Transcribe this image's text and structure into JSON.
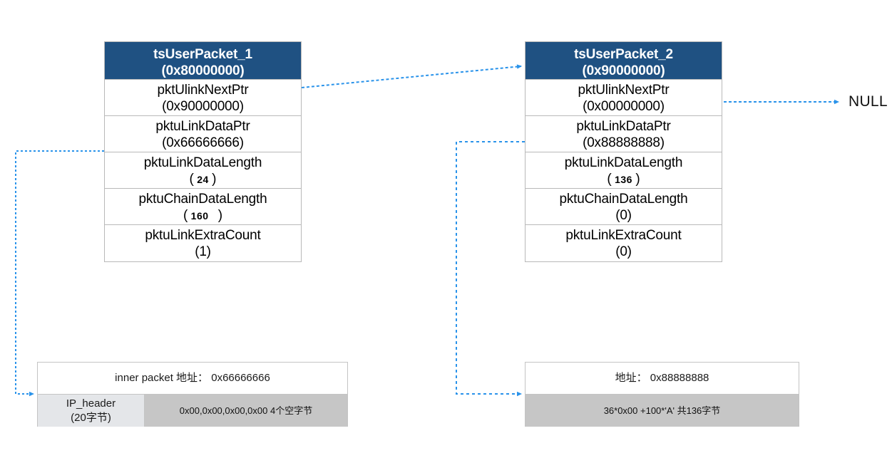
{
  "theme": {
    "header_fill": "#1f5182",
    "header_text": "#ffffff",
    "arrow_color": "#2a93ea",
    "table_border": "#b9b9b9",
    "mem_header_fill": "#e4e6e9",
    "mem_payload_fill": "#c6c6c6",
    "page_background": "#ffffff"
  },
  "structs": [
    {
      "id": "tsUserPacket_1",
      "header_name": "tsUserPacket_1",
      "header_addr": "(0x80000000)",
      "rows": [
        {
          "field": "pktUlinkNextPtr",
          "value": "(0x90000000)",
          "style": "normal"
        },
        {
          "field": "pktuLinkDataPtr",
          "value": "(0x66666666)",
          "style": "normal"
        },
        {
          "field": "pktuLinkDataLength",
          "value": "24",
          "style": "small"
        },
        {
          "field": "pktuChainDataLength",
          "value": "160",
          "style": "small"
        },
        {
          "field": "pktuLinkExtraCount",
          "value": "(1)",
          "style": "normal"
        }
      ]
    },
    {
      "id": "tsUserPacket_2",
      "header_name": "tsUserPacket_2",
      "header_addr": "(0x90000000)",
      "rows": [
        {
          "field": "pktUlinkNextPtr",
          "value": "(0x00000000)",
          "style": "normal"
        },
        {
          "field": "pktuLinkDataPtr",
          "value": "(0x88888888)",
          "style": "normal"
        },
        {
          "field": "pktuLinkDataLength",
          "value": "136",
          "style": "small"
        },
        {
          "field": "pktuChainDataLength",
          "value": "(0)",
          "style": "normal"
        },
        {
          "field": "pktuLinkExtraCount",
          "value": "(0)",
          "style": "normal"
        }
      ]
    }
  ],
  "memory_blocks": [
    {
      "id": "inner-packet-buffer",
      "title": "inner packet 地址： 0x66666666",
      "cells": [
        {
          "kind": "header",
          "line1": "IP_header",
          "line2": "(20字节)"
        },
        {
          "kind": "payload",
          "text": "0x00,0x00,0x00,0x00 4个空字节"
        }
      ]
    },
    {
      "id": "data-buffer",
      "title": "地址： 0x88888888",
      "cells": [
        {
          "kind": "payload",
          "text": "36*0x00 +100*'A' 共136字节"
        }
      ]
    }
  ],
  "labels": {
    "null_terminator": "NULL"
  },
  "connectors": [
    {
      "id": "next-ptr-1-to-struct-2",
      "from": "tsUserPacket_1.pktUlinkNextPtr",
      "to": "tsUserPacket_2"
    },
    {
      "id": "next-ptr-2-to-null",
      "from": "tsUserPacket_2.pktUlinkNextPtr",
      "to": "NULL"
    },
    {
      "id": "data-ptr-1-to-buffer-1",
      "from": "tsUserPacket_1.pktuLinkDataPtr",
      "to": "inner-packet-buffer"
    },
    {
      "id": "data-ptr-2-to-buffer-2",
      "from": "tsUserPacket_2.pktuLinkDataPtr",
      "to": "data-buffer"
    }
  ]
}
